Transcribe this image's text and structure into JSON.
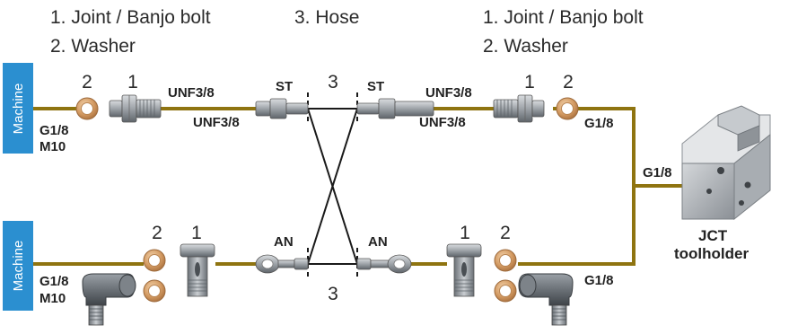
{
  "legend": {
    "left_line1": "1. Joint / Banjo bolt",
    "left_line2": "2. Washer",
    "center": "3. Hose",
    "right_line1": "1. Joint / Banjo bolt",
    "right_line2": "2. Washer"
  },
  "machine_label": "Machine",
  "numbers": {
    "joint": "1",
    "washer": "2",
    "hose": "3"
  },
  "threads": {
    "g18": "G1/8",
    "m10": "M10",
    "unf38": "UNF3/8",
    "st": "ST",
    "an": "AN"
  },
  "toolholder": {
    "line1": "JCT",
    "line2": "toolholder"
  },
  "colors": {
    "pipe": "#8f7410",
    "machine_box": "#2b8fd0",
    "washer": "#d6a16a",
    "steel": "#9aa0a6",
    "hose": "#1a1a1a"
  }
}
